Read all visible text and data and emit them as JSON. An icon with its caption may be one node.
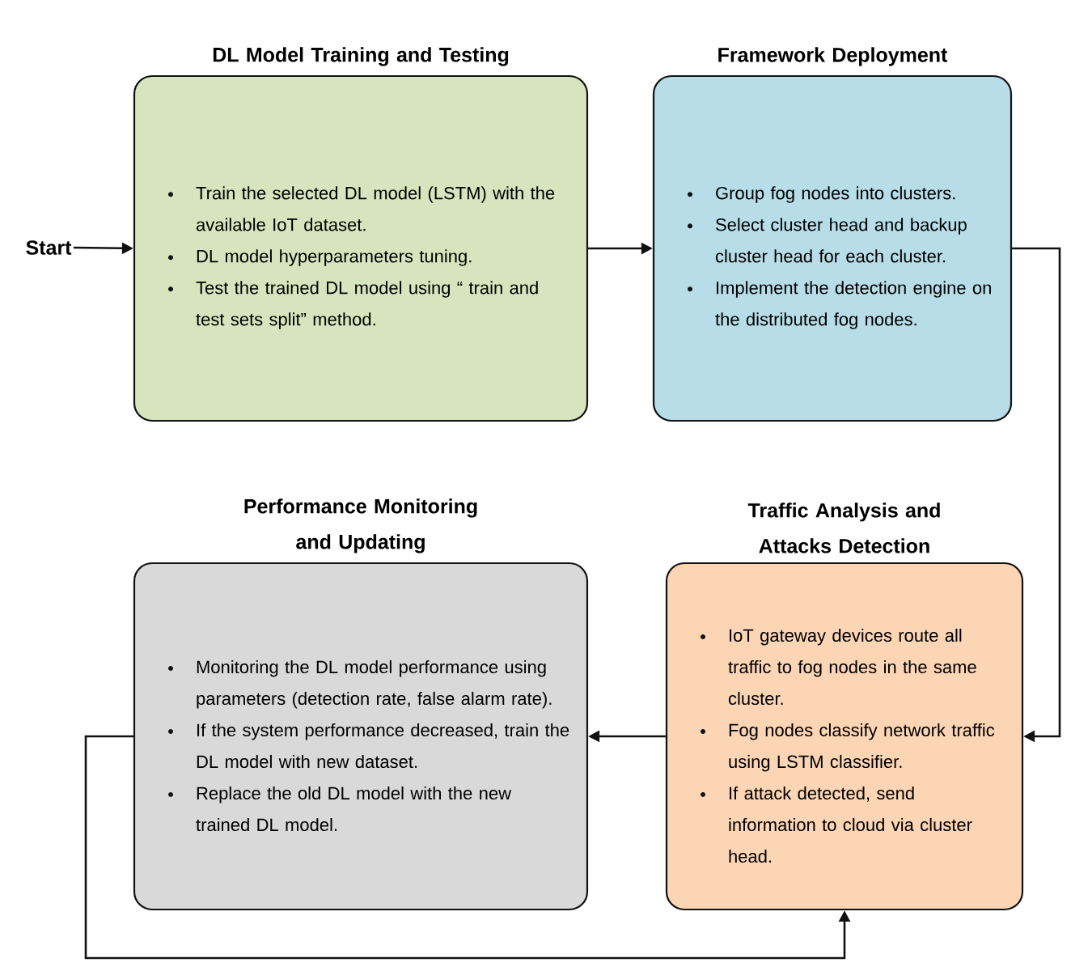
{
  "diagram": {
    "nodes": [
      {
        "text": [
          "Start"
        ]
      },
      {
        "text": [
          "DL Model Training and Testing",
          "Train the selected DL model (LSTM) with the available IoT dataset.",
          "DL model hyperparameters tuning.",
          "Test the trained DL model using “ train and test sets split” method."
        ]
      },
      {
        "text": [
          "Framework Deployment",
          "Group fog nodes into clusters.",
          "Select cluster head and backup cluster head for each cluster.",
          "Implement the detection engine on the distributed fog nodes."
        ]
      },
      {
        "text": [
          "Performance Monitoring and Updating",
          "Monitoring the DL model performance using parameters (detection rate, false alarm rate).",
          "If the system performance decreased, train the DL model with new dataset.",
          "Replace the old DL model with the new trained DL model."
        ]
      },
      {
        "text": [
          "Traffic Analysis and Attacks Detection",
          "IoT gateway devices route all traffic to fog nodes in the same cluster.",
          "Fog nodes classify network traffic using LSTM classifier.",
          "If attack detected, send information to cloud via cluster head."
        ]
      }
    ],
    "edges": [
      {
        "from": 0,
        "to": 1,
        "arrow": "to"
      },
      {
        "from": 1,
        "to": 2,
        "arrow": "to"
      },
      {
        "from": 2,
        "to": 4,
        "arrow": "to"
      },
      {
        "from": 4,
        "to": 3,
        "arrow": "to"
      },
      {
        "from": 3,
        "to": 4,
        "arrow": "to"
      }
    ]
  }
}
